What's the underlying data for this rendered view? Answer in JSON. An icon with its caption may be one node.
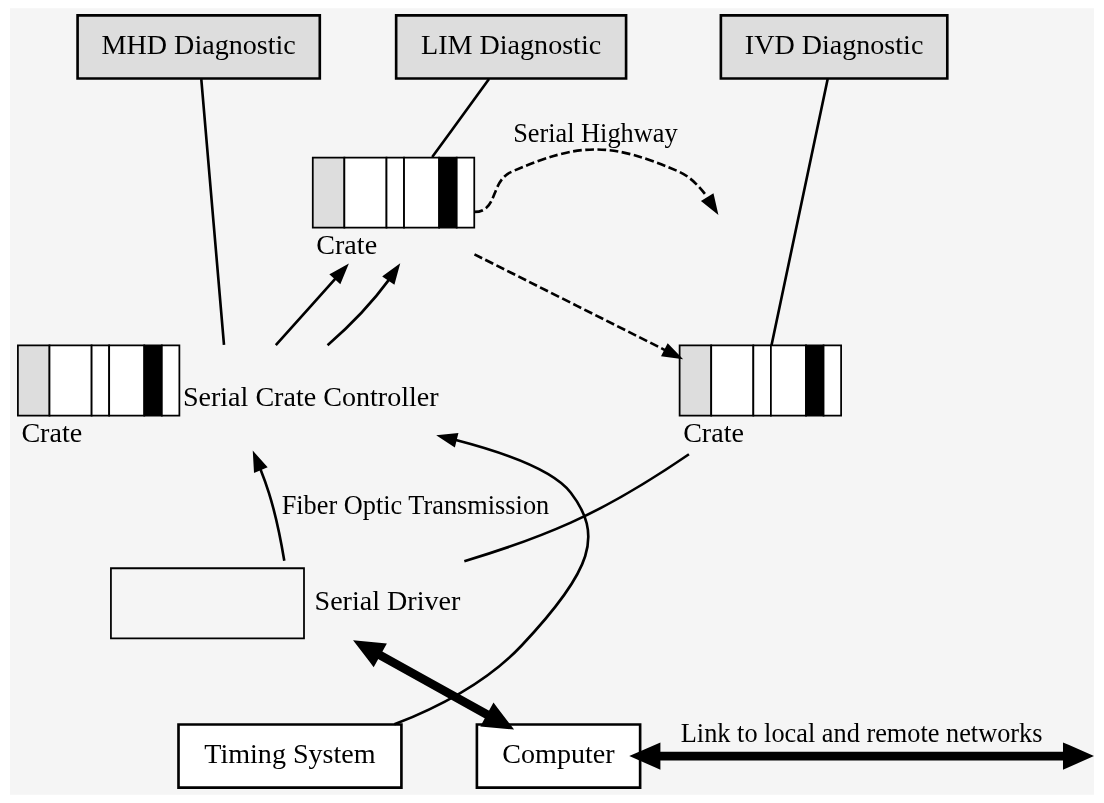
{
  "diagram": {
    "nodes": [
      {
        "text": [
          "MHD Diagnostic"
        ]
      },
      {
        "text": [
          "LIM Diagnostic"
        ]
      },
      {
        "text": [
          "IVD Diagnostic"
        ]
      },
      {
        "text": [
          "Crate"
        ],
        "beside": [
          "Serial Crate Controller"
        ]
      },
      {
        "text": [
          "Crate"
        ]
      },
      {
        "text": [
          "Crate"
        ]
      },
      {
        "text": [
          "Serial Driver"
        ]
      },
      {
        "text": [
          "Timing System"
        ]
      },
      {
        "text": [
          "Computer"
        ]
      }
    ],
    "edges": [
      {
        "from": 0,
        "to": 3,
        "arrow": "none"
      },
      {
        "from": 1,
        "to": 4,
        "arrow": "none"
      },
      {
        "from": 2,
        "to": 5,
        "arrow": "none"
      },
      {
        "from": 3,
        "to": 4,
        "arrow": "to"
      },
      {
        "from": 3,
        "to": 4,
        "arrow": "to"
      },
      {
        "from": 4,
        "to": null,
        "arrow": "to",
        "style": "dashed",
        "label": "Serial Highway"
      },
      {
        "from": 4,
        "to": 5,
        "arrow": "to",
        "style": "dashed"
      },
      {
        "from": 7,
        "to": 3,
        "arrow": "to"
      },
      {
        "from": 6,
        "to": 3,
        "arrow": "to",
        "label": "Fiber Optic Transmission"
      },
      {
        "from": 5,
        "to": 6,
        "arrow": "none"
      },
      {
        "from": 8,
        "to": 6,
        "arrow": "both",
        "style": "thick"
      },
      {
        "from": 8,
        "to": null,
        "arrow": "both",
        "style": "thick",
        "label": "Link to local and remote networks"
      }
    ]
  }
}
